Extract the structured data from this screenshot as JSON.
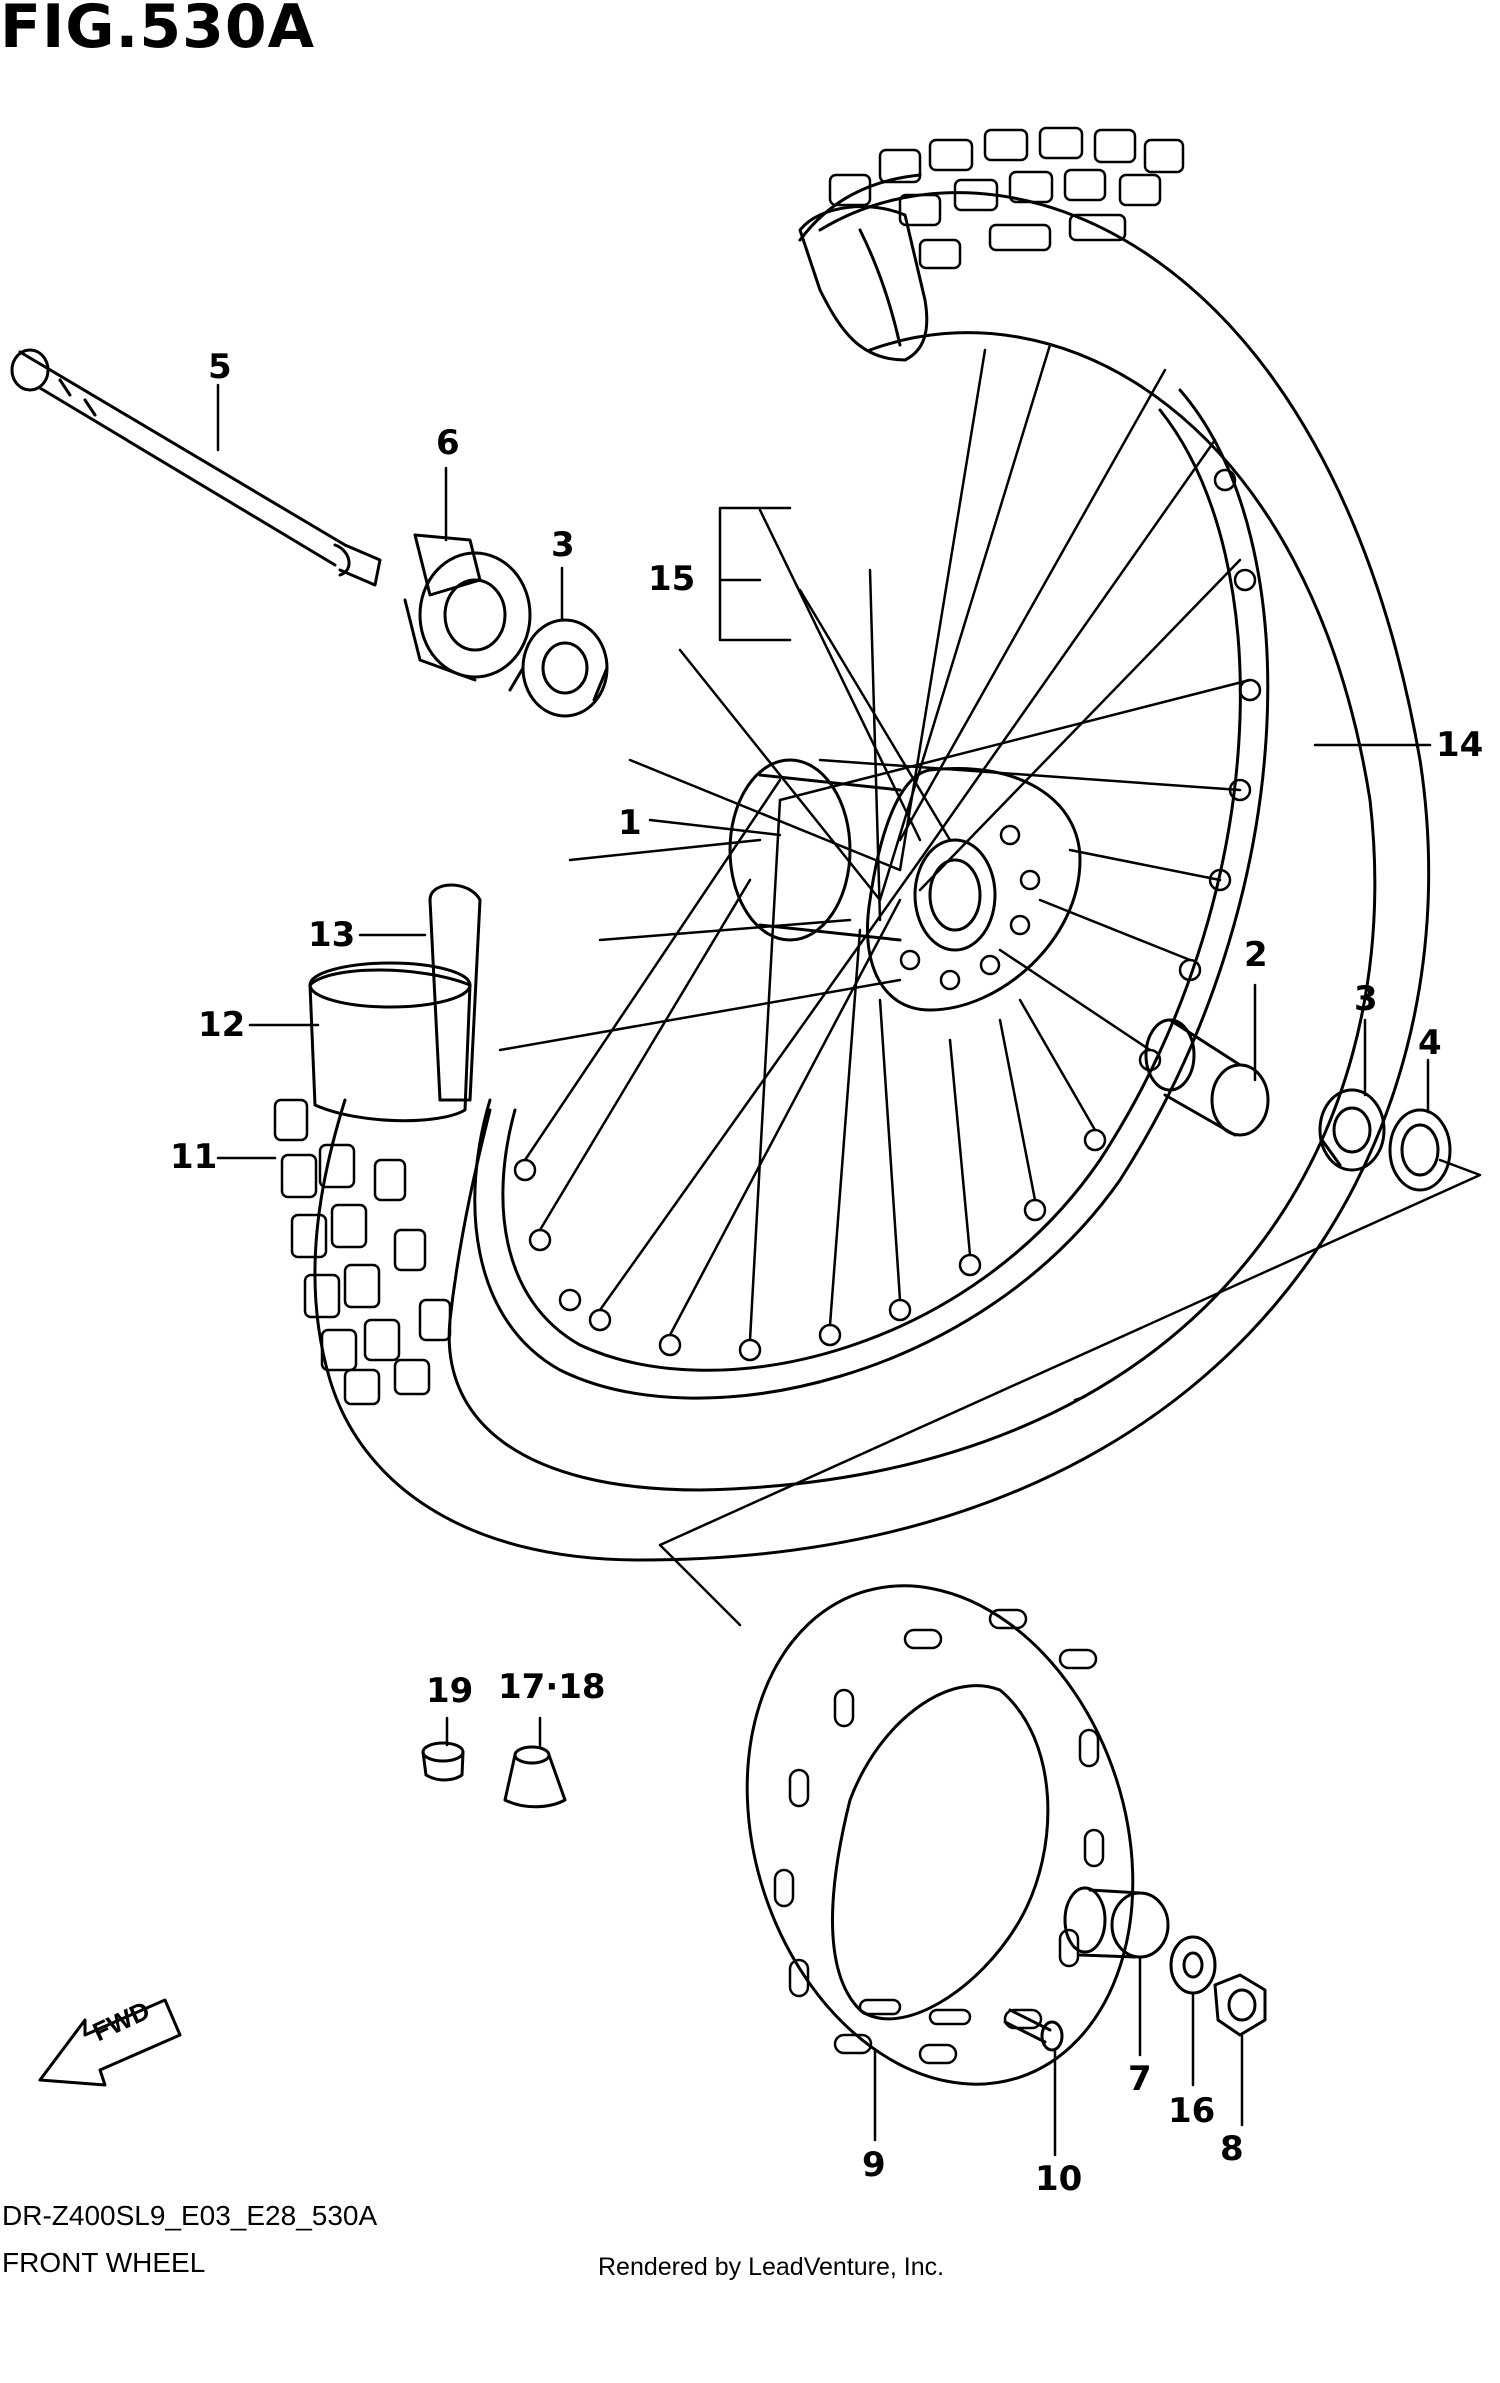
{
  "figure": {
    "title": "FIG.530A",
    "model_code": "DR-Z400SL9_E03_E28_530A",
    "section_name": "FRONT WHEEL",
    "rendered_by": "Rendered by LeadVenture, Inc.",
    "direction_label": "FWD"
  },
  "callouts": [
    {
      "id": "c5",
      "label": "5"
    },
    {
      "id": "c6",
      "label": "6"
    },
    {
      "id": "c3a",
      "label": "3"
    },
    {
      "id": "c15",
      "label": "15"
    },
    {
      "id": "c1",
      "label": "1"
    },
    {
      "id": "c14",
      "label": "14"
    },
    {
      "id": "c13",
      "label": "13"
    },
    {
      "id": "c12",
      "label": "12"
    },
    {
      "id": "c11",
      "label": "11"
    },
    {
      "id": "c2",
      "label": "2"
    },
    {
      "id": "c3b",
      "label": "3"
    },
    {
      "id": "c4",
      "label": "4"
    },
    {
      "id": "c19",
      "label": "19"
    },
    {
      "id": "c1718",
      "label": "17·18"
    },
    {
      "id": "c7",
      "label": "7"
    },
    {
      "id": "c16",
      "label": "16"
    },
    {
      "id": "c8",
      "label": "8"
    },
    {
      "id": "c9",
      "label": "9"
    },
    {
      "id": "c10",
      "label": "10"
    }
  ]
}
